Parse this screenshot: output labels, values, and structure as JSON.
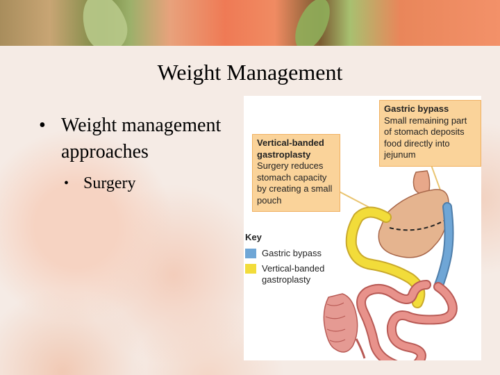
{
  "slide": {
    "title": "Weight Management",
    "bullet_1": "Weight management approaches",
    "bullet_1_marker": "•",
    "bullet_2": "Surgery",
    "bullet_2_marker": "•"
  },
  "figure": {
    "gastric_bypass_box": {
      "heading": "Gastric bypass",
      "text": "Small remaining part of stomach deposits food directly into jejunum"
    },
    "vbg_box": {
      "heading": "Vertical-banded gastroplasty",
      "text": "Surgery reduces stomach capacity by creating a small pouch"
    },
    "key": {
      "title": "Key",
      "items": [
        {
          "label": "Gastric bypass",
          "color": "#6fa6d6"
        },
        {
          "label": "Vertical-banded gastroplasty",
          "color": "#f2dc3a"
        }
      ]
    }
  }
}
